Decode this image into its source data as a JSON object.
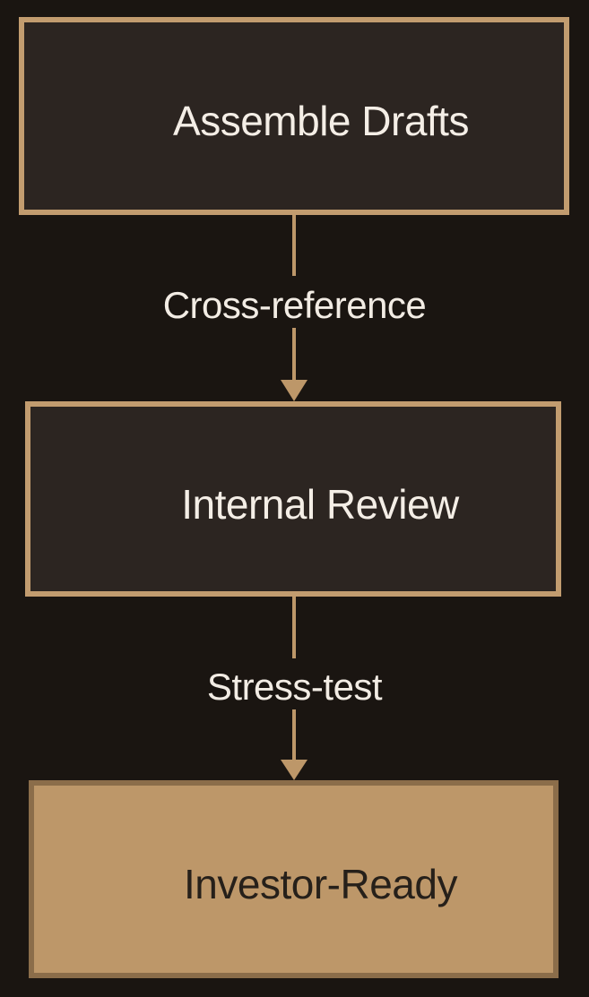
{
  "diagram": {
    "type": "flowchart",
    "direction": "top-to-bottom",
    "nodes": [
      {
        "id": "assemble-drafts",
        "label": "Assemble Drafts"
      },
      {
        "id": "internal-review",
        "label": "Internal Review"
      },
      {
        "id": "investor-ready",
        "label": "Investor-Ready"
      }
    ],
    "edges": [
      {
        "from": "assemble-drafts",
        "to": "internal-review",
        "label": "Cross-reference"
      },
      {
        "from": "internal-review",
        "to": "investor-ready",
        "label": "Stress-test"
      }
    ],
    "colors": {
      "background": "#1a1511",
      "node_fill": "#2c2521",
      "node_border": "#c29c6f",
      "node_text": "#f4eee6",
      "final_fill": "#bd9769",
      "final_border": "#8b6d4a",
      "final_text": "#26201a",
      "arrow": "#bd9769",
      "edge_label_text": "#f2ece4"
    }
  }
}
